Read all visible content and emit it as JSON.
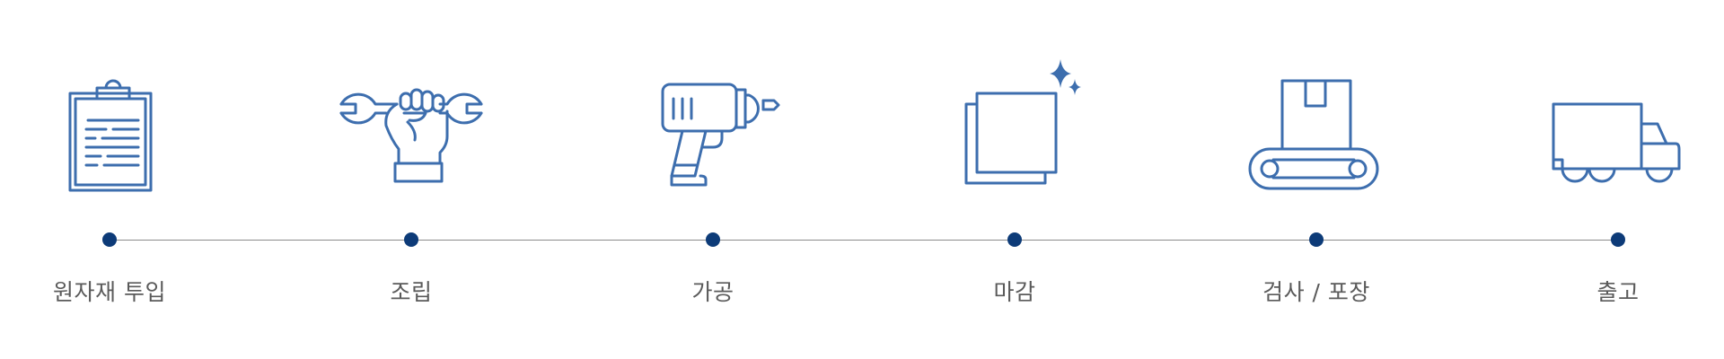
{
  "colors": {
    "icon_stroke": "#3d6eae",
    "dot": "#0d3b78",
    "line": "#8c8c8c",
    "label": "#5a5a5a"
  },
  "steps": [
    {
      "label": "원자재 투입",
      "icon": "clipboard-icon"
    },
    {
      "label": "조립",
      "icon": "hand-wrench-icon"
    },
    {
      "label": "가공",
      "icon": "power-drill-icon"
    },
    {
      "label": "마감",
      "icon": "sparkle-squares-icon"
    },
    {
      "label": "검사 / 포장",
      "icon": "conveyor-box-icon"
    },
    {
      "label": "출고",
      "icon": "delivery-truck-icon"
    }
  ]
}
